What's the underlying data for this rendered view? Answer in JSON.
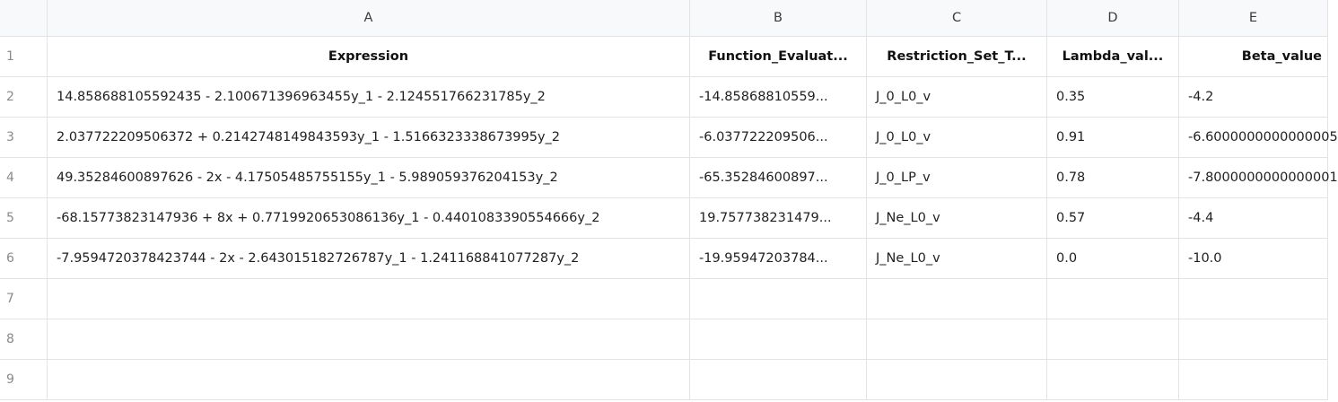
{
  "columns": [
    "A",
    "B",
    "C",
    "D",
    "E"
  ],
  "row_numbers": [
    "1",
    "2",
    "3",
    "4",
    "5",
    "6",
    "7",
    "8",
    "9"
  ],
  "header_row": [
    "Expression",
    "Function_Evaluat...",
    "Restriction_Set_T...",
    "Lambda_val...",
    "Beta_value"
  ],
  "rows": [
    [
      "14.858688105592435 - 2.100671396963455y_1 - 2.124551766231785y_2",
      "-14.85868810559...",
      "J_0_L0_v",
      "0.35",
      "-4.2"
    ],
    [
      "2.037722209506372 + 0.2142748149843593y_1 - 1.5166323338673995y_2",
      "-6.037722209506...",
      "J_0_L0_v",
      "0.91",
      "-6.6000000000000005"
    ],
    [
      "49.35284600897626 - 2x - 4.17505485755155y_1 - 5.989059376204153y_2",
      "-65.35284600897...",
      "J_0_LP_v",
      "0.78",
      "-7.8000000000000001"
    ],
    [
      "-68.15773823147936 + 8x + 0.7719920653086136y_1 - 0.4401083390554666y_2",
      "19.757738231479...",
      "J_Ne_L0_v",
      "0.57",
      "-4.4"
    ],
    [
      "-7.9594720378423744 - 2x - 2.643015182726787y_1 - 1.241168841077287y_2",
      "-19.95947203784...",
      "J_Ne_L0_v",
      "0.0",
      "-10.0"
    ]
  ]
}
